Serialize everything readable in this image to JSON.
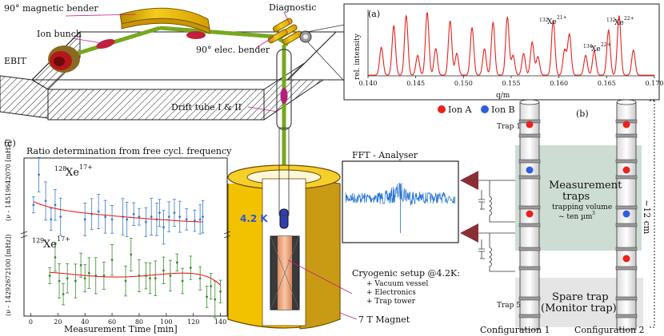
{
  "labels": {
    "magnetic_bender": "90° magnetic bender",
    "diagnostic": "Diagnostic",
    "ion_bunch": "Ion bunch",
    "ebit": "EBIT",
    "elec_bender": "90° elec. bender",
    "drift_tube": "Drift tube I & II",
    "fft_analyser": "FFT - Analyser",
    "temp_4k": "4.2 K",
    "cryo_title": "Cryogenic setup @4.2K:",
    "cryo_items": [
      "+ Vacuum vessel",
      "+ Electronics",
      "+ Trap tower"
    ],
    "magnet": "7 T Magnet"
  },
  "panel_a": {
    "tag": "(a)",
    "ylabel": "rel. intensity",
    "xlabel": "q/m",
    "annotations": [
      {
        "sup": "132",
        "base": "Xe",
        "charge": "21+"
      },
      {
        "sup": "134",
        "base": "Xe",
        "charge": "22+"
      },
      {
        "sup": "132",
        "base": "Xe",
        "charge": "22+"
      }
    ]
  },
  "panel_b": {
    "tag": "(b)",
    "legend": [
      {
        "label": "Ion A",
        "color": "#e8221c"
      },
      {
        "label": "Ion B",
        "color": "#2f5fe0"
      }
    ],
    "trap1": "Trap 1",
    "trap5": "Trap 5",
    "measurement_traps": "Measurement",
    "measurement_traps2": "traps",
    "trapping_volume": "trapping volume",
    "trapping_volume2": "~ ten µm",
    "spare_trap": "Spare trap",
    "monitor_trap": "(Monitor trap)",
    "config1": "Configuration 1",
    "config2": "Configuration 2",
    "size": "~12 cm"
  },
  "panel_c": {
    "tag": "(c)",
    "title": "Ratio determination from free cycl. frequency",
    "series1_label_sup": "128",
    "series1_label_base": "Xe",
    "series1_label_charge": "17+",
    "series2_label_sup": "129",
    "series2_label_base": "Xe",
    "series2_label_charge": "17+",
    "ylabel_top": "(ν - 14519642070 [mHz])",
    "ylabel_bottom": "(ν - 14292672100 [mHz])",
    "xlabel": "Measurement Time [min]"
  },
  "colors": {
    "red_line": "#e8221c",
    "blue_points": "#3a7bbf",
    "green_points": "#3a8a2f",
    "magnet_yellow": "#f2c200",
    "magnet_dark": "#b8860b",
    "fft_blue": "#1f6fd6",
    "trap_green_bg": "#c9d9cf"
  },
  "chart_data": [
    {
      "type": "line",
      "title": "",
      "xlabel": "q/m",
      "ylabel": "rel. intensity",
      "xlim": [
        0.14,
        0.17
      ],
      "x_ticks": [
        0.14,
        0.145,
        0.15,
        0.155,
        0.16,
        0.165,
        0.17
      ],
      "peaks": [
        {
          "x": 0.1414,
          "y": 0.42
        },
        {
          "x": 0.1427,
          "y": 0.75
        },
        {
          "x": 0.144,
          "y": 0.9
        },
        {
          "x": 0.1452,
          "y": 0.3
        },
        {
          "x": 0.1462,
          "y": 0.95
        },
        {
          "x": 0.1471,
          "y": 0.4
        },
        {
          "x": 0.1486,
          "y": 0.82
        },
        {
          "x": 0.1493,
          "y": 0.33
        },
        {
          "x": 0.1509,
          "y": 0.72
        },
        {
          "x": 0.1522,
          "y": 0.4
        },
        {
          "x": 0.1531,
          "y": 0.8
        },
        {
          "x": 0.1546,
          "y": 0.88
        },
        {
          "x": 0.1552,
          "y": 0.3
        },
        {
          "x": 0.1563,
          "y": 0.33
        },
        {
          "x": 0.1572,
          "y": 0.5
        },
        {
          "x": 0.1578,
          "y": 0.28
        },
        {
          "x": 0.1594,
          "y": 0.82
        },
        {
          "x": 0.1606,
          "y": 0.38
        },
        {
          "x": 0.1611,
          "y": 0.62
        },
        {
          "x": 0.1628,
          "y": 0.3
        },
        {
          "x": 0.1637,
          "y": 0.37
        },
        {
          "x": 0.1652,
          "y": 0.68
        },
        {
          "x": 0.1663,
          "y": 0.9
        },
        {
          "x": 0.1678,
          "y": 0.38
        }
      ]
    },
    {
      "type": "scatter",
      "title": "Ratio determination from free cycl. frequency",
      "xlabel": "Measurement Time [min]",
      "xlim": [
        -5,
        145
      ],
      "x_ticks": [
        0,
        20,
        40,
        60,
        80,
        100,
        120,
        140
      ],
      "series": [
        {
          "name": "128Xe17+",
          "x": [
            2,
            6,
            11,
            15,
            18,
            22,
            40,
            45,
            50,
            55,
            60,
            68,
            71,
            76,
            80,
            85,
            89,
            93,
            95,
            98,
            102,
            106,
            110,
            115,
            121,
            125,
            127
          ],
          "y": [
            6.5,
            8.8,
            6.8,
            5.4,
            6.5,
            5.6,
            5.4,
            5.8,
            6.0,
            5.6,
            5.4,
            5.6,
            5.4,
            5.8,
            5.6,
            5.2,
            5.6,
            5.4,
            5.9,
            4.8,
            5.6,
            5.9,
            5.6,
            5.4,
            5.3,
            5.4,
            5.6
          ]
        },
        {
          "name": "129Xe17+",
          "x": [
            14,
            18,
            21,
            24,
            27,
            33,
            37,
            40,
            43,
            48,
            54,
            60,
            70,
            74,
            80,
            85,
            88,
            92,
            98,
            103,
            108,
            112,
            118,
            125,
            130,
            133,
            136,
            140
          ],
          "y": [
            -6.8,
            -5.4,
            -7.2,
            -8.2,
            -7.0,
            -7.2,
            -6.0,
            -7.0,
            -6.6,
            -6.8,
            -6.8,
            -5.6,
            -7.2,
            -5.2,
            -6.8,
            -6.8,
            -7.0,
            -7.0,
            -6.4,
            -6.8,
            -5.8,
            -7.2,
            -6.2,
            -7.0,
            -8.4,
            -7.6,
            -8.6,
            -8.0
          ]
        }
      ]
    }
  ]
}
